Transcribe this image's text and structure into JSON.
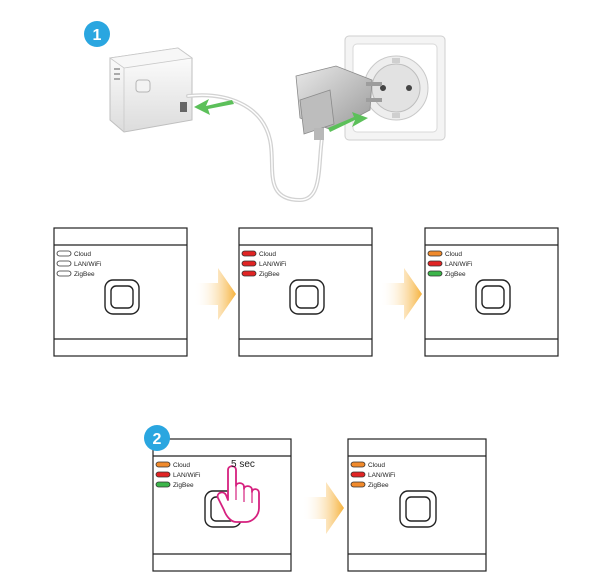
{
  "steps": [
    {
      "number": "1"
    },
    {
      "number": "2"
    }
  ],
  "led_labels": [
    "Cloud",
    "LAN/WiFi",
    "ZigBee"
  ],
  "press_duration": "5 sec",
  "colors": {
    "step_badge": "#2aa6e0",
    "led_off": "#ffffff",
    "led_orange": "#f08a2c",
    "led_red": "#e02424",
    "led_green": "#3cb54a",
    "arrow_green": "#5cc05a",
    "arrow_yellow": "#f6b23c",
    "hand": "#d6217f"
  },
  "states": [
    {
      "leds": [
        "off",
        "off",
        "off"
      ]
    },
    {
      "leds": [
        "red",
        "red",
        "red"
      ]
    },
    {
      "leds": [
        "orange",
        "red",
        "green"
      ]
    },
    {
      "leds": [
        "orange",
        "red",
        "green"
      ]
    },
    {
      "leds": [
        "orange",
        "red",
        "orange"
      ]
    }
  ]
}
